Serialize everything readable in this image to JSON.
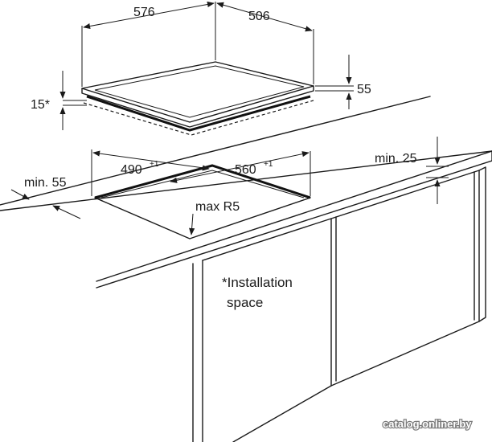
{
  "hob": {
    "width": "576",
    "depth": "506",
    "height": "55",
    "installation_height": "15*"
  },
  "cutout": {
    "width": "490",
    "width_tol": "+1",
    "depth": "560",
    "depth_tol": "+1",
    "corner_radius": "max R5"
  },
  "clearances": {
    "front": "min. 55",
    "rear": "min. 25"
  },
  "note": {
    "line1": "*Installation",
    "line2": "space"
  },
  "watermark": "catalog.onliner.by"
}
